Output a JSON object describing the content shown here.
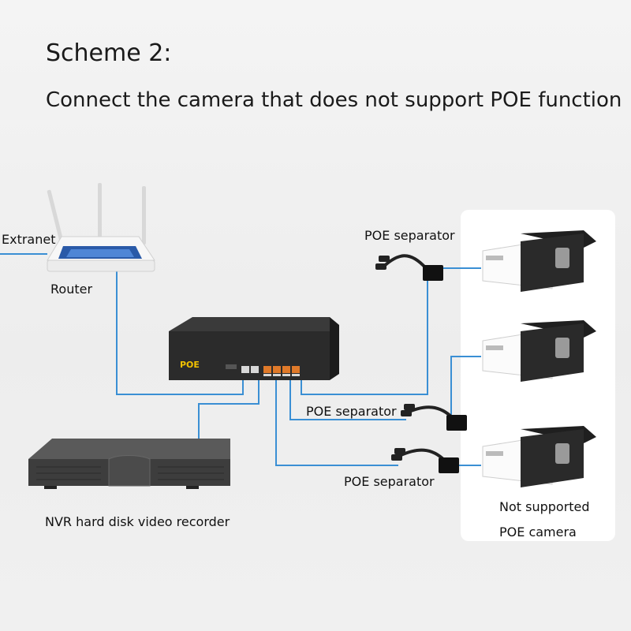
{
  "title": "Scheme 2:",
  "subtitle": "Connect the camera that does not support POE function",
  "labels": {
    "extranet": "Extranet",
    "router": "Router",
    "poe_separator_1": "POE separator",
    "poe_separator_2": "POE separator",
    "poe_separator_3": "POE separator",
    "nvr": "NVR hard disk video recorder",
    "camera_note_line1": "Not supported",
    "camera_note_line2": "POE camera"
  },
  "switch_badge": "POE",
  "colors": {
    "cable": "#3a8fd4",
    "switch_body": "#2b2b2b",
    "poe_port": "#e07a2a",
    "badge": "#f2c200",
    "router_accent": "#2a5aa8"
  }
}
